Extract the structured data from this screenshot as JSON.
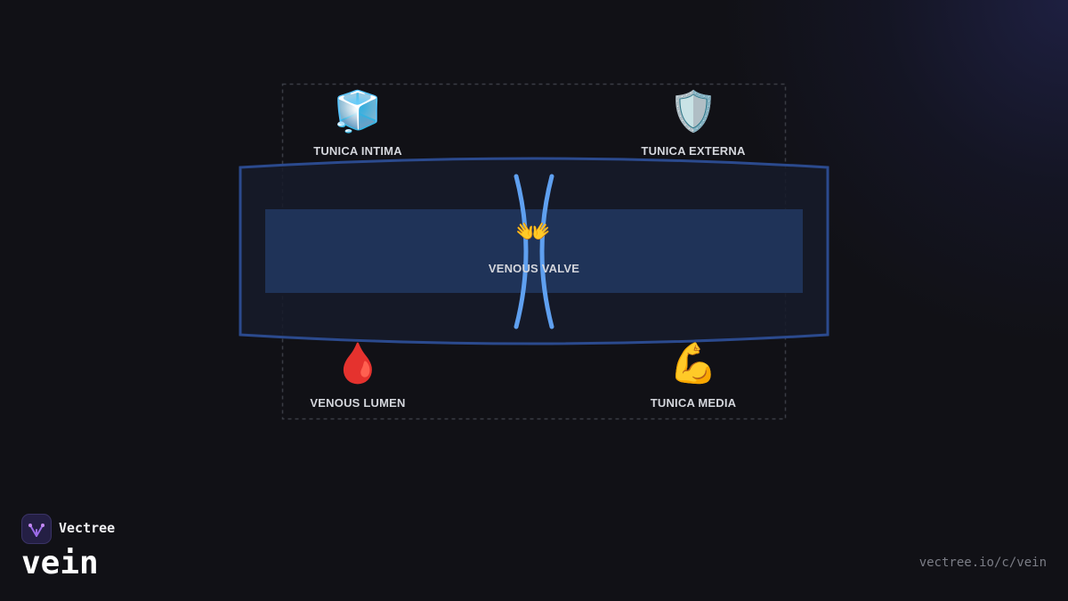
{
  "diagram": {
    "parts": {
      "tunica_intima": {
        "icon": "🧊",
        "icon_name": "ice-cube-icon",
        "label": "TUNICA INTIMA"
      },
      "tunica_externa": {
        "icon": "🛡️",
        "icon_name": "shield-icon",
        "label": "TUNICA EXTERNA"
      },
      "venous_valve": {
        "icon": "👐",
        "icon_name": "open-hands-icon",
        "label": "VENOUS VALVE"
      },
      "venous_lumen": {
        "icon": "🩸",
        "icon_name": "blood-drop-icon",
        "label": "VENOUS LUMEN"
      },
      "tunica_media": {
        "icon": "💪",
        "icon_name": "flexed-biceps-icon",
        "label": "TUNICA MEDIA"
      }
    },
    "colors": {
      "vessel_outline": "#2b4a8e",
      "lumen_fill": "#1f3358",
      "valve_stroke": "#5fa0f0",
      "dashed_border": "#3a3c44"
    }
  },
  "footer": {
    "brand": "Vectree",
    "logo_icon": "vectree-logo-icon",
    "title": "vein",
    "url": "vectree.io/c/vein"
  }
}
